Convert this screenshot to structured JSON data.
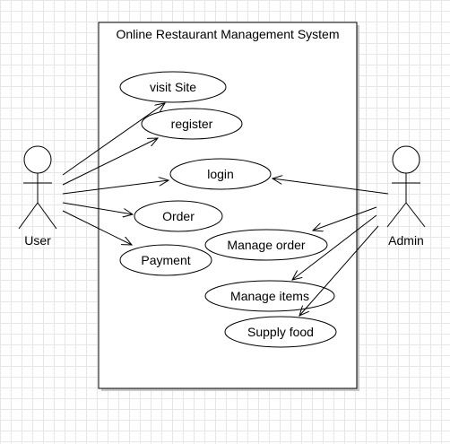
{
  "system": {
    "title": "Online Restaurant Management System"
  },
  "actors": {
    "user": "User",
    "admin": "Admin"
  },
  "use_cases": {
    "visit_site": "visit Site",
    "register": "register",
    "login": "login",
    "order": "Order",
    "payment": "Payment",
    "manage_order": "Manage order",
    "manage_items": "Manage items",
    "supply_food": "Supply food"
  }
}
